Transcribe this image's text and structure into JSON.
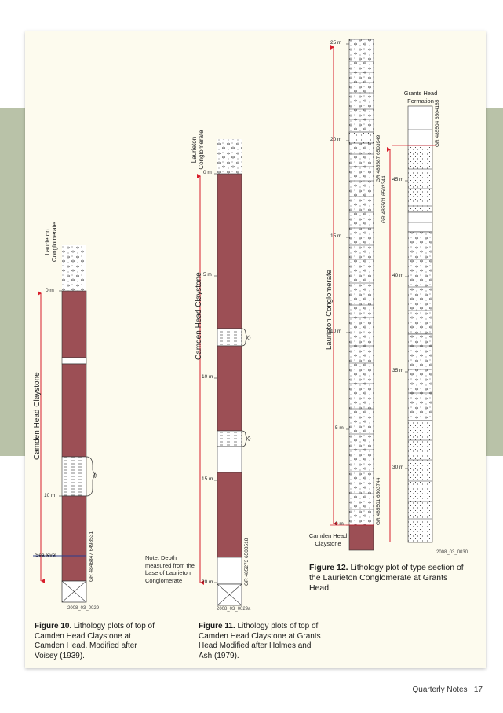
{
  "page": {
    "footer_title": "Quarterly Notes",
    "page_number": "17"
  },
  "colors": {
    "claystone": "#9c4f55",
    "arrow": "#d81e2b",
    "background_band": "#b9c2a8",
    "card": "#fdfbee"
  },
  "fig10": {
    "unit_top": "Laurieton Conglomerate",
    "unit_main": "Camden Head Claystone",
    "tick_0": "0 m",
    "tick_10": "10 m",
    "sea_level": "Sea level",
    "grid_ref": "GR 4846847 6498531",
    "code": "2008_03_0029",
    "caption_bold": "Figure 10.",
    "caption_text": "Lithology plots of top of Camden Head Claystone at Camden Head. Modified after Voisey (1939)."
  },
  "fig11": {
    "unit_top": "Laurieton Conglomerate",
    "unit_main": "Camden Head Claystone",
    "tick_0": "0 m",
    "tick_5": "5 m",
    "tick_10": "10 m",
    "tick_15": "15 m",
    "tick_20": "20 m",
    "grid_ref": "GR 485273 6503518",
    "note": "Note: Depth measured from the base of Laurieton Conglomerate",
    "code": "2008_03_0029a",
    "caption_bold": "Figure 11.",
    "caption_text": "Lithology plots of top of Camden Head Claystone at Grants Head Modified after Holmes and Ash (1979)."
  },
  "fig12": {
    "unit_main": "Laurieton Conglomerate",
    "unit_base": "Camden Head Claystone",
    "unit_top_right": "Grants Head Formation",
    "left_ticks": [
      "25 m",
      "20 m",
      "15 m",
      "10 m",
      "5 m",
      "0 m"
    ],
    "right_ticks": [
      "45 m",
      "40 m",
      "35 m",
      "30 m"
    ],
    "grid_ref_top": "GR 485587 6503949",
    "grid_ref_mid": "GR 485501 6502344",
    "grid_ref_bottom": "GR 485501 6503744",
    "grid_ref_right": "GR 485504 6504185",
    "code": "2008_03_0030",
    "caption_bold": "Figure 12.",
    "caption_text": "Lithology plot of type section of the Laurieton Conglomerate at Grants Head."
  }
}
